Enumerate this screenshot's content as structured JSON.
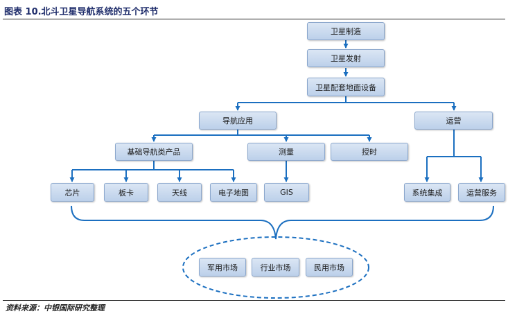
{
  "title": "图表 10.北斗卫星导航系统的五个环节",
  "source": "资料来源：中银国际研究整理",
  "nodes": {
    "manufacturing": "卫星制造",
    "launch": "卫星发射",
    "ground_equipment": "卫星配套地面设备",
    "navigation_app": "导航应用",
    "operation": "运营",
    "basic_products": "基础导航类产品",
    "surveying": "测量",
    "timing": "授时",
    "chip": "芯片",
    "board": "板卡",
    "antenna": "天线",
    "emap": "电子地图",
    "gis": "GIS",
    "system_integration": "系统集成",
    "operation_service": "运营服务",
    "military_market": "军用市场",
    "industry_market": "行业市场",
    "civil_market": "民用市场"
  },
  "colors": {
    "connector": "#1b6fc0",
    "box_fill_top": "#dbe6f4",
    "box_fill_bottom": "#bcd0ea",
    "box_border": "#8aa6cc",
    "title": "#1f2d6b"
  }
}
